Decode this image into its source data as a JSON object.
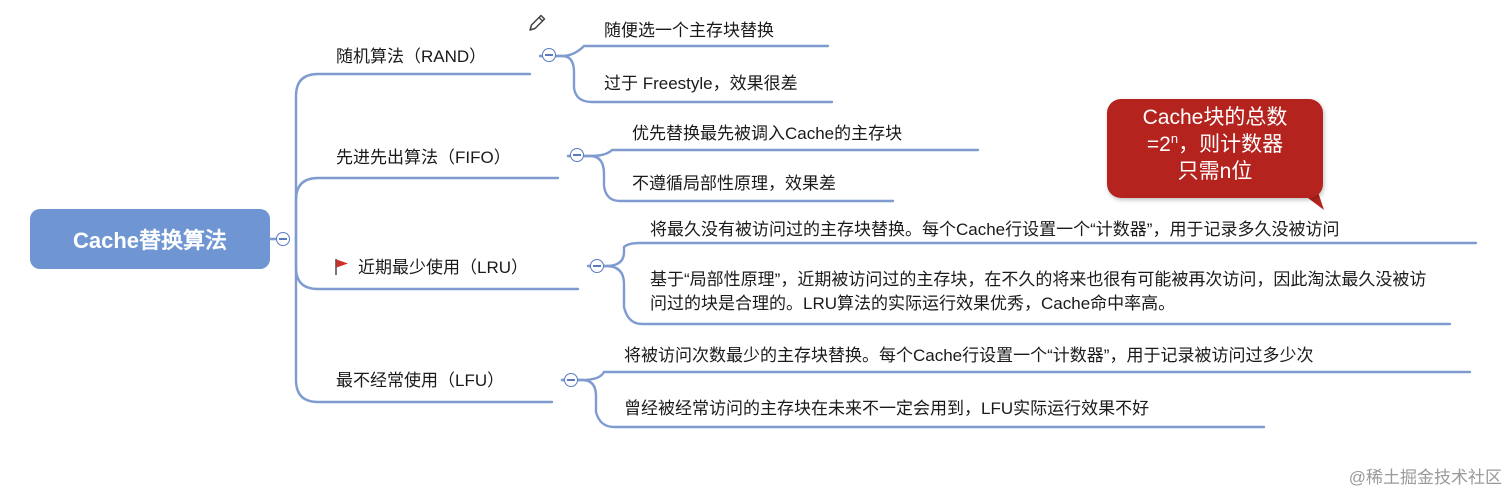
{
  "root": {
    "label": "Cache替换算法"
  },
  "branches": [
    {
      "label": "随机算法（RAND）",
      "children": [
        {
          "text": "随便选一个主存块替换"
        },
        {
          "text": "过于 Freestyle，效果很差"
        }
      ]
    },
    {
      "label": "先进先出算法（FIFO）",
      "children": [
        {
          "text": "优先替换最先被调入Cache的主存块"
        },
        {
          "text": "不遵循局部性原理，效果差"
        }
      ]
    },
    {
      "label": "近期最少使用（LRU）",
      "children": [
        {
          "text": "将最久没有被访问过的主存块替换。每个Cache行设置一个“计数器”，用于记录多久没被访问"
        },
        {
          "text": "基于“局部性原理”，近期被访问过的主存块，在不久的将来也很有可能被再次访问，因此淘汰最久没被访问过的块是合理的。LRU算法的实际运行效果优秀，Cache命中率高。"
        }
      ]
    },
    {
      "label": "最不经常使用（LFU）",
      "children": [
        {
          "text": "将被访问次数最少的主存块替换。每个Cache行设置一个“计数器”，用于记录被访问过多少次"
        },
        {
          "text": "曾经被经常访问的主存块在未来不一定会用到，LFU实际运行效果不好"
        }
      ]
    }
  ],
  "callout": {
    "line1": "Cache块的总数",
    "line2_prefix": "=2",
    "line2_sup": "n",
    "line2_suffix": "，则计数器",
    "line3": "只需n位"
  },
  "watermark": "@稀土掘金技术社区",
  "icons": {
    "flag": "flag-icon",
    "edit": "pencil-icon",
    "collapse": "collapse-icon"
  },
  "colors": {
    "root_fill": "#6f96d3",
    "connector": "#7f9bd0",
    "underline": "#6d8fcd",
    "callout_fill": "#b4231d",
    "flag": "#d0302a"
  }
}
